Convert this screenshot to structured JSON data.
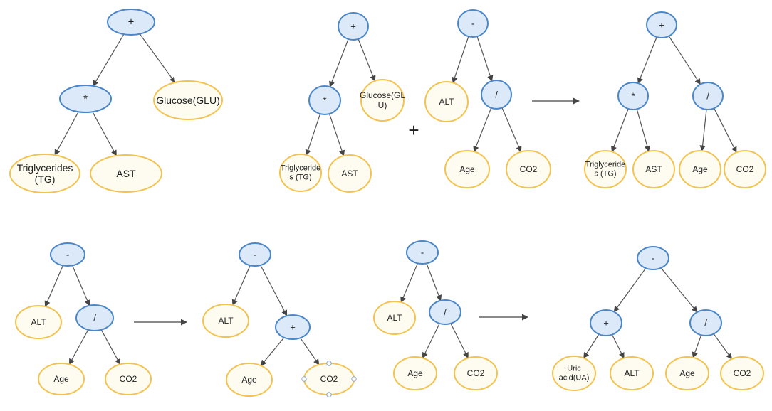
{
  "colors": {
    "operator_fill": "#dce9f8",
    "operator_stroke": "#4a86c8",
    "operand_fill": "#fefcf1",
    "operand_stroke": "#f2c351",
    "edge": "#555555",
    "handle_fill": "#ffffff",
    "handle_stroke": "#8aa4c8"
  },
  "nodes": {
    "t1_root": {
      "label": "+",
      "kind": "operator"
    },
    "t1_mul": {
      "label": "*",
      "kind": "operator"
    },
    "t1_glu": {
      "label": "Glucose(GLU)",
      "kind": "operand"
    },
    "t1_tg": {
      "label": "Triglycerides\n(TG)",
      "kind": "operand"
    },
    "t1_ast": {
      "label": "AST",
      "kind": "operand"
    },
    "t2_root": {
      "label": "+",
      "kind": "operator"
    },
    "t2_mul": {
      "label": "*",
      "kind": "operator"
    },
    "t2_glu": {
      "label": "Glucose(GL\nU)",
      "kind": "operand"
    },
    "t2_tg": {
      "label": "Triglyceride\ns (TG)",
      "kind": "operand"
    },
    "t2_ast": {
      "label": "AST",
      "kind": "operand"
    },
    "t3_root": {
      "label": "-",
      "kind": "operator"
    },
    "t3_alt": {
      "label": "ALT",
      "kind": "operand"
    },
    "t3_div": {
      "label": "/",
      "kind": "operator"
    },
    "t3_age": {
      "label": "Age",
      "kind": "operand"
    },
    "t3_co2": {
      "label": "CO2",
      "kind": "operand"
    },
    "t4_root": {
      "label": "+",
      "kind": "operator"
    },
    "t4_mul": {
      "label": "*",
      "kind": "operator"
    },
    "t4_div": {
      "label": "/",
      "kind": "operator"
    },
    "t4_tg": {
      "label": "Triglyceride\ns (TG)",
      "kind": "operand"
    },
    "t4_ast": {
      "label": "AST",
      "kind": "operand"
    },
    "t4_age": {
      "label": "Age",
      "kind": "operand"
    },
    "t4_co2": {
      "label": "CO2",
      "kind": "operand"
    },
    "t5_root": {
      "label": "-",
      "kind": "operator"
    },
    "t5_alt": {
      "label": "ALT",
      "kind": "operand"
    },
    "t5_div": {
      "label": "/",
      "kind": "operator"
    },
    "t5_age": {
      "label": "Age",
      "kind": "operand"
    },
    "t5_co2": {
      "label": "CO2",
      "kind": "operand"
    },
    "t6_root": {
      "label": "-",
      "kind": "operator"
    },
    "t6_alt": {
      "label": "ALT",
      "kind": "operand"
    },
    "t6_add": {
      "label": "+",
      "kind": "operator"
    },
    "t6_age": {
      "label": "Age",
      "kind": "operand"
    },
    "t6_co2": {
      "label": "CO2",
      "kind": "operand"
    },
    "t7_root": {
      "label": "-",
      "kind": "operator"
    },
    "t7_alt": {
      "label": "ALT",
      "kind": "operand"
    },
    "t7_div": {
      "label": "/",
      "kind": "operator"
    },
    "t7_age": {
      "label": "Age",
      "kind": "operand"
    },
    "t7_co2": {
      "label": "CO2",
      "kind": "operand"
    },
    "t8_root": {
      "label": "-",
      "kind": "operator"
    },
    "t8_add": {
      "label": "+",
      "kind": "operator"
    },
    "t8_div": {
      "label": "/",
      "kind": "operator"
    },
    "t8_ua": {
      "label": "Uric\nacid(UA)",
      "kind": "operand"
    },
    "t8_alt": {
      "label": "ALT",
      "kind": "operand"
    },
    "t8_age": {
      "label": "Age",
      "kind": "operand"
    },
    "t8_co2": {
      "label": "CO2",
      "kind": "operand"
    }
  },
  "edges": [
    [
      "t1_root",
      "t1_mul"
    ],
    [
      "t1_root",
      "t1_glu"
    ],
    [
      "t1_mul",
      "t1_tg"
    ],
    [
      "t1_mul",
      "t1_ast"
    ],
    [
      "t2_root",
      "t2_mul"
    ],
    [
      "t2_root",
      "t2_glu"
    ],
    [
      "t2_mul",
      "t2_tg"
    ],
    [
      "t2_mul",
      "t2_ast"
    ],
    [
      "t3_root",
      "t3_alt"
    ],
    [
      "t3_root",
      "t3_div"
    ],
    [
      "t3_div",
      "t3_age"
    ],
    [
      "t3_div",
      "t3_co2"
    ],
    [
      "t4_root",
      "t4_mul"
    ],
    [
      "t4_root",
      "t4_div"
    ],
    [
      "t4_mul",
      "t4_tg"
    ],
    [
      "t4_mul",
      "t4_ast"
    ],
    [
      "t4_div",
      "t4_age"
    ],
    [
      "t4_div",
      "t4_co2"
    ],
    [
      "t5_root",
      "t5_alt"
    ],
    [
      "t5_root",
      "t5_div"
    ],
    [
      "t5_div",
      "t5_age"
    ],
    [
      "t5_div",
      "t5_co2"
    ],
    [
      "t6_root",
      "t6_alt"
    ],
    [
      "t6_root",
      "t6_add"
    ],
    [
      "t6_add",
      "t6_age"
    ],
    [
      "t6_add",
      "t6_co2"
    ],
    [
      "t7_root",
      "t7_alt"
    ],
    [
      "t7_root",
      "t7_div"
    ],
    [
      "t7_div",
      "t7_age"
    ],
    [
      "t7_div",
      "t7_co2"
    ],
    [
      "t8_root",
      "t8_add"
    ],
    [
      "t8_root",
      "t8_div"
    ],
    [
      "t8_add",
      "t8_ua"
    ],
    [
      "t8_add",
      "t8_alt"
    ],
    [
      "t8_div",
      "t8_age"
    ],
    [
      "t8_div",
      "t8_co2"
    ]
  ],
  "transitions": [
    {
      "from": "trees-2-3",
      "to": "tree-4"
    },
    {
      "from": "tree-5",
      "to": "tree-6"
    },
    {
      "from": "tree-7",
      "to": "tree-8"
    }
  ],
  "combine_symbol": "+",
  "selected_node": "t6_co2"
}
